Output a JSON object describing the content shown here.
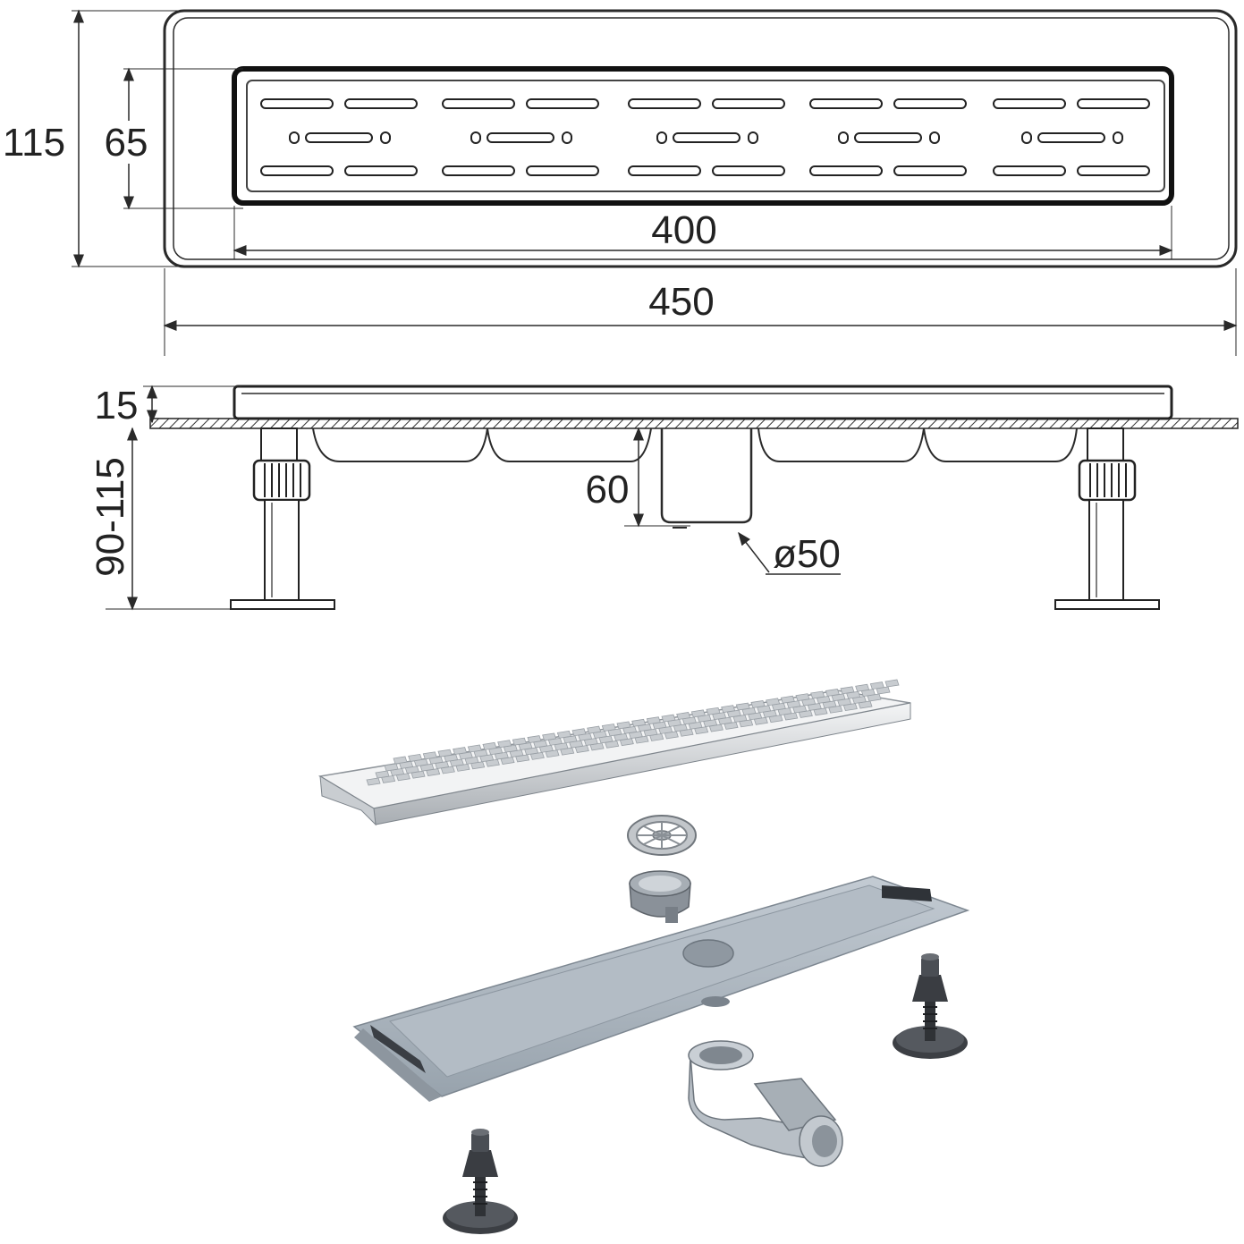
{
  "dimensions": {
    "total_width": "450",
    "grate_width": "400",
    "total_height": "115",
    "grate_height": "65",
    "frame_thickness": "15",
    "leg_height_range": "90-115",
    "outlet_depth": "60",
    "outlet_diameter": "ø50"
  },
  "colors": {
    "line": "#2a2a2a",
    "steel_light": "#e8eaec",
    "steel_dark": "#9aa2aa",
    "channel_gray": "#a9b3bd",
    "leg_dark": "#3c3f44"
  }
}
